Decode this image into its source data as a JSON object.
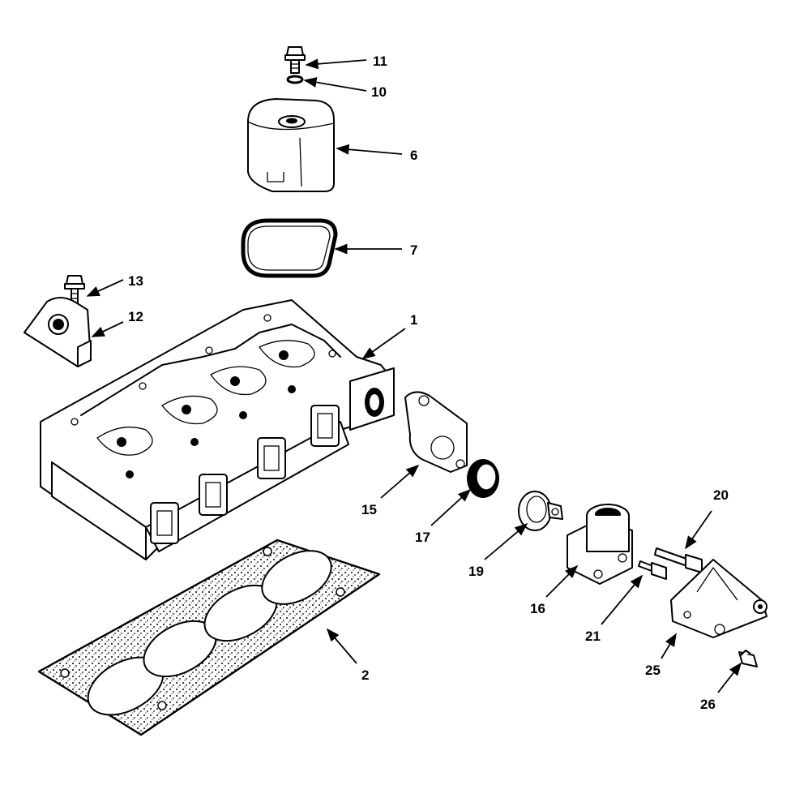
{
  "callouts": {
    "c11": "11",
    "c10": "10",
    "c6": "6",
    "c7": "7",
    "c13": "13",
    "c12": "12",
    "c1": "1",
    "c15": "15",
    "c17": "17",
    "c19": "19",
    "c16": "16",
    "c20": "20",
    "c21": "21",
    "c25": "25",
    "c26": "26",
    "c2": "2"
  }
}
